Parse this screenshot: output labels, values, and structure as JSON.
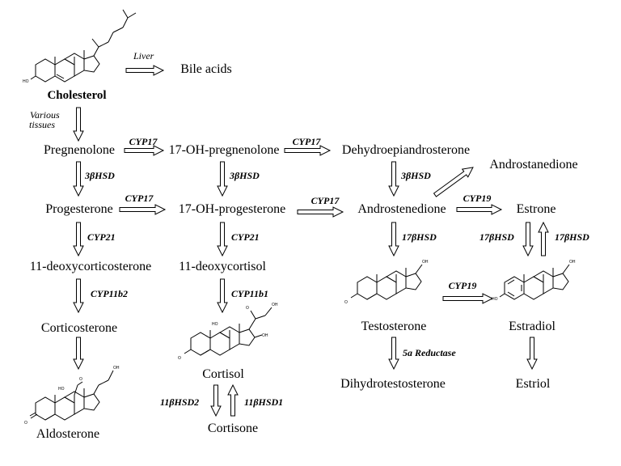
{
  "compounds": {
    "cholesterol": "Cholesterol",
    "bile_acids": "Bile acids",
    "pregnenolone": "Pregnenolone",
    "oh_pregnenolone": "17-OH-pregnenolone",
    "dhea": "Dehydroepiandrosterone",
    "progesterone": "Progesterone",
    "oh_progesterone": "17-OH-progesterone",
    "androstenedione": "Androstenedione",
    "androstanedione": "Androstanedione",
    "estrone": "Estrone",
    "deoxycorticosterone": "11-deoxycorticosterone",
    "deoxycortisol": "11-deoxycortisol",
    "corticosterone": "Corticosterone",
    "aldosterone": "Aldosterone",
    "cortisol": "Cortisol",
    "cortisone": "Cortisone",
    "testosterone": "Testosterone",
    "estradiol": "Estradiol",
    "dihydrotestosterone": "Dihydrotestosterone",
    "estriol": "Estriol"
  },
  "enzymes": {
    "liver": "Liver",
    "various_line1": "Various",
    "various_line2": "tissues",
    "cyp17_a": "CYP17",
    "cyp17_b": "CYP17",
    "cyp17_c": "CYP17",
    "cyp17_d": "CYP17",
    "hsd3b_a": "3βHSD",
    "hsd3b_b": "3βHSD",
    "hsd3b_c": "3βHSD",
    "cyp19_a": "CYP19",
    "cyp19_b": "CYP19",
    "cyp21_a": "CYP21",
    "cyp21_b": "CYP21",
    "hsd17b_a": "17βHSD",
    "hsd17b_b": "17βHSD",
    "hsd17b_c": "17βHSD",
    "cyp11b2": "CYP11b2",
    "cyp11b1": "CYP11b1",
    "hsd11b2": "11βHSD2",
    "hsd11b1": "11βHSD1",
    "reductase_5a": "5a Reductase"
  }
}
